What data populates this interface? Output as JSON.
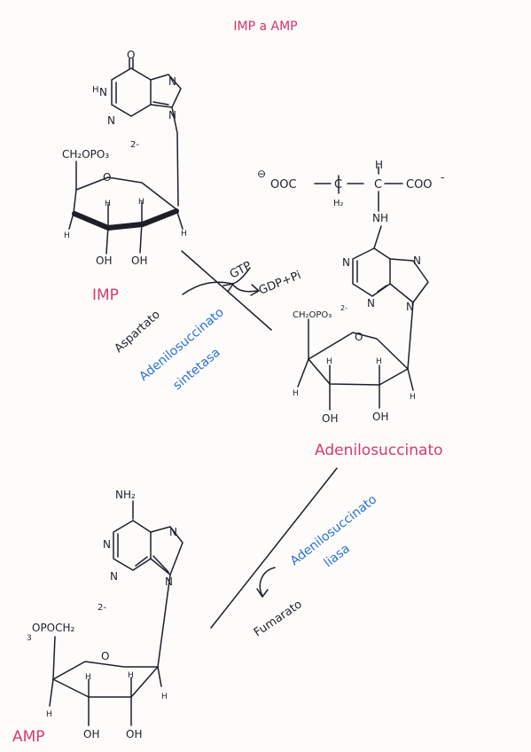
{
  "title": "IMP a AMP",
  "colors": {
    "ink": "#1e1e2a",
    "title": "#d9316b",
    "compound": "#d63a6e",
    "enzyme": "#2a6fd6"
  },
  "compounds": {
    "imp": "IMP",
    "adenilosuccinato": "Adenilosuccinato",
    "amp": "AMP"
  },
  "enzymes": {
    "sintetasa_line1": "Adenilosuccinato",
    "sintetasa_line2": "sintetasa",
    "liasa_line1": "Adenilosuccinato",
    "liasa_line2": "liasa"
  },
  "reagents": {
    "gtp": "GTP",
    "gdp_pi": "GDP+Pi",
    "aspartato": "Aspartato",
    "fumarato": "Fumarato"
  },
  "atoms": {
    "O": "O",
    "N": "N",
    "H": "H",
    "OH": "OH",
    "NH": "NH",
    "NH2": "NH₂",
    "ch2opo3": "CH₂OPO₃",
    "charge2": "2-",
    "opoch2": "OPOCH₂",
    "opo_sub": "3",
    "ooc_minus": "⊖",
    "ooc": "OOC",
    "c": "C",
    "coo": "COO",
    "minus": "-",
    "h2": "H₂"
  }
}
